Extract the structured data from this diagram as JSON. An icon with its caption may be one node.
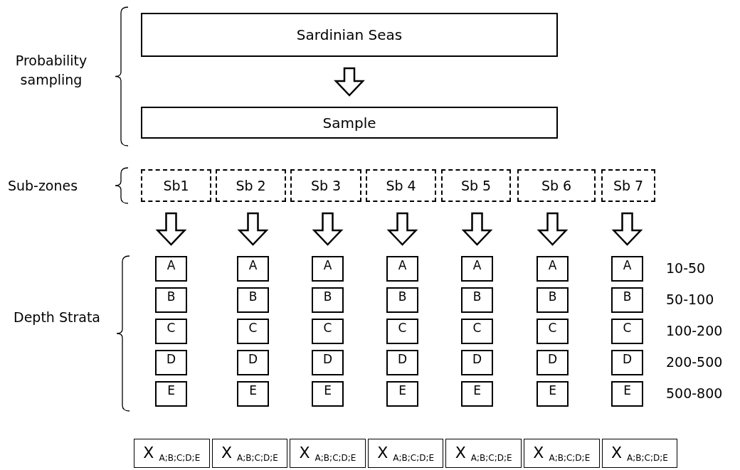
{
  "diagram": {
    "nodes": [
      {
        "text": [
          "Sardinian Seas"
        ]
      },
      {
        "text": [
          "Sample"
        ]
      },
      {
        "text": [
          "Sb1"
        ]
      },
      {
        "text": [
          "Sb 2"
        ]
      },
      {
        "text": [
          "Sb 3"
        ]
      },
      {
        "text": [
          "Sb 4"
        ]
      },
      {
        "text": [
          "Sb 5"
        ]
      },
      {
        "text": [
          "Sb 6"
        ]
      },
      {
        "text": [
          "Sb 7"
        ]
      },
      {
        "text": [
          "A"
        ]
      },
      {
        "text": [
          "A"
        ]
      },
      {
        "text": [
          "A"
        ]
      },
      {
        "text": [
          "A"
        ]
      },
      {
        "text": [
          "A"
        ]
      },
      {
        "text": [
          "A"
        ]
      },
      {
        "text": [
          "A"
        ]
      },
      {
        "text": [
          "B"
        ]
      },
      {
        "text": [
          "B"
        ]
      },
      {
        "text": [
          "B"
        ]
      },
      {
        "text": [
          "B"
        ]
      },
      {
        "text": [
          "B"
        ]
      },
      {
        "text": [
          "B"
        ]
      },
      {
        "text": [
          "B"
        ]
      },
      {
        "text": [
          "C"
        ]
      },
      {
        "text": [
          "C"
        ]
      },
      {
        "text": [
          "C"
        ]
      },
      {
        "text": [
          "C"
        ]
      },
      {
        "text": [
          "C"
        ]
      },
      {
        "text": [
          "C"
        ]
      },
      {
        "text": [
          "C"
        ]
      },
      {
        "text": [
          "D"
        ]
      },
      {
        "text": [
          "D"
        ]
      },
      {
        "text": [
          "D"
        ]
      },
      {
        "text": [
          "D"
        ]
      },
      {
        "text": [
          "D"
        ]
      },
      {
        "text": [
          "D"
        ]
      },
      {
        "text": [
          "D"
        ]
      },
      {
        "text": [
          "E"
        ]
      },
      {
        "text": [
          "E"
        ]
      },
      {
        "text": [
          "E"
        ]
      },
      {
        "text": [
          "E"
        ]
      },
      {
        "text": [
          "E"
        ]
      },
      {
        "text": [
          "E"
        ]
      },
      {
        "text": [
          "E"
        ]
      },
      {
        "text": [
          "X $_{A;B;C;D;E}$"
        ]
      },
      {
        "text": [
          "X $_{A;B;C;D;E}$"
        ]
      },
      {
        "text": [
          "X $_{A;B;C;D;E}$"
        ]
      },
      {
        "text": [
          "X $_{A;B;C;D;E}$"
        ]
      },
      {
        "text": [
          "X $_{A;B;C;D;E}$"
        ]
      },
      {
        "text": [
          "X $_{A;B;C;D;E}$"
        ]
      },
      {
        "text": [
          "X $_{A;B;C;D;E}$"
        ]
      }
    ],
    "edges": [
      {
        "from": 0,
        "to": 1,
        "arrow": "to"
      },
      {
        "from": 2,
        "to": 9,
        "arrow": "to"
      },
      {
        "from": 3,
        "to": 10,
        "arrow": "to"
      },
      {
        "from": 4,
        "to": 11,
        "arrow": "to"
      },
      {
        "from": 5,
        "to": 12,
        "arrow": "to"
      },
      {
        "from": 6,
        "to": 13,
        "arrow": "to"
      },
      {
        "from": 7,
        "to": 14,
        "arrow": "to"
      },
      {
        "from": 8,
        "to": 15,
        "arrow": "to"
      }
    ],
    "labels": [
      "Probability sampling",
      "Sub-zones",
      "Depth Strata",
      "10-50",
      "50-100",
      "100-200",
      "200-500",
      "500-800"
    ]
  }
}
